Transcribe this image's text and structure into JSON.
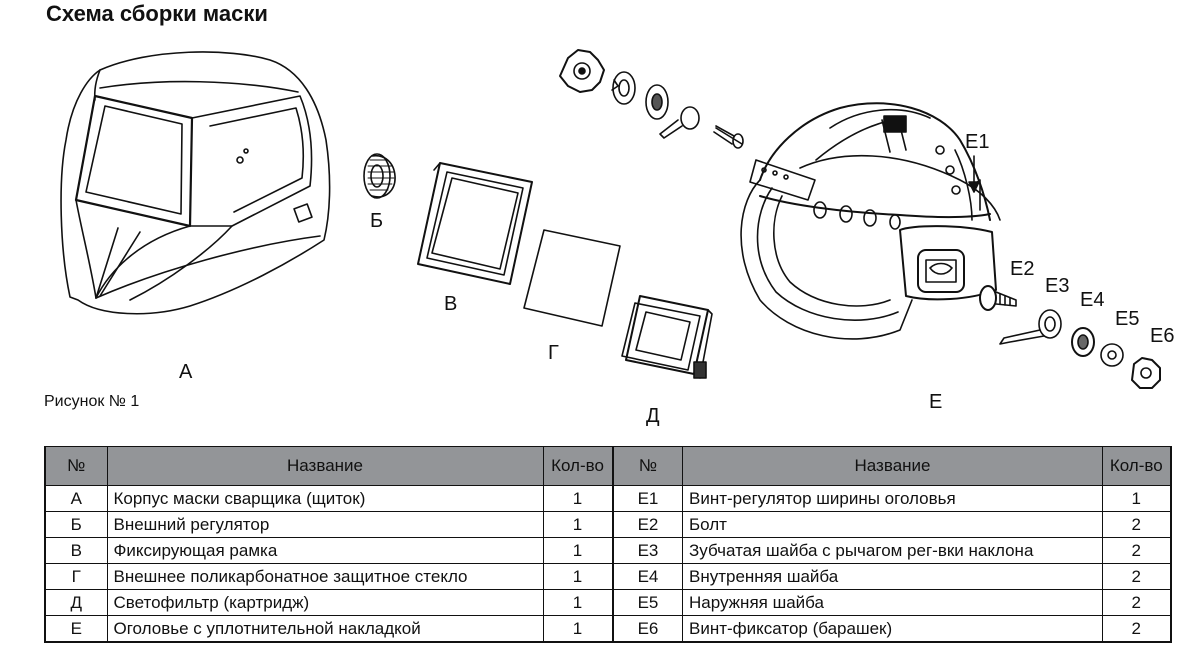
{
  "title": "Схема сборки маски",
  "figure_caption": "Рисунок № 1",
  "labels": {
    "A": "А",
    "B": "Б",
    "V": "В",
    "G": "Г",
    "D": "Д",
    "E": "Е",
    "E1": "Е1",
    "E2": "Е2",
    "E3": "Е3",
    "E4": "Е4",
    "E5": "Е5",
    "E6": "Е6"
  },
  "table": {
    "headers": {
      "no": "№",
      "name": "Название",
      "qty": "Кол-во"
    },
    "left_rows": [
      {
        "no": "А",
        "name": "Корпус маски сварщика (щиток)",
        "qty": "1"
      },
      {
        "no": "Б",
        "name": "Внешний регулятор",
        "qty": "1"
      },
      {
        "no": "В",
        "name": "Фиксирующая рамка",
        "qty": "1"
      },
      {
        "no": "Г",
        "name": "Внешнее поликарбонатное защитное стекло",
        "qty": "1"
      },
      {
        "no": "Д",
        "name": "Светофильтр (картридж)",
        "qty": "1"
      },
      {
        "no": "Е",
        "name": "Оголовье с уплотнительной накладкой",
        "qty": "1"
      }
    ],
    "right_rows": [
      {
        "no": "Е1",
        "name": "Винт-регулятор ширины оголовья",
        "qty": "1"
      },
      {
        "no": "Е2",
        "name": "Болт",
        "qty": "2"
      },
      {
        "no": "Е3",
        "name": "Зубчатая шайба с рычагом рег-вки наклона",
        "qty": "2"
      },
      {
        "no": "Е4",
        "name": "Внутренняя шайба",
        "qty": "2"
      },
      {
        "no": "Е5",
        "name": "Наружняя шайба",
        "qty": "2"
      },
      {
        "no": "Е6",
        "name": "Винт-фиксатор (барашек)",
        "qty": "2"
      }
    ]
  }
}
